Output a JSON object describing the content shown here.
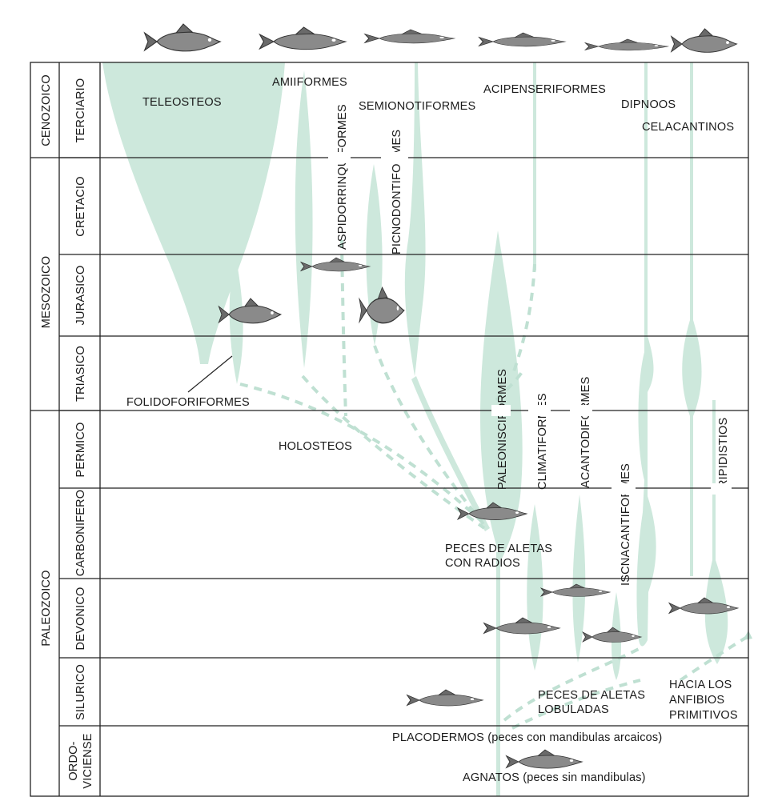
{
  "eras": [
    "CENOZOICO",
    "MESOZOICO",
    "PALEOZOICO"
  ],
  "periods": [
    "TERCIARIO",
    "CRETACIO",
    "JURASICO",
    "TRIASICO",
    "PERMICO",
    "CARBONIFERO",
    "DEVONICO",
    "SILURICO",
    "ORDO-",
    "VICIENSE"
  ],
  "groups": {
    "teleosteos": "TELEOSTEOS",
    "amiiformes": "AMIIFORMES",
    "aspidorrinquiformes": "ASPIDORRINQUIFORMES",
    "semionotiformes": "SEMIONOTIFORMES",
    "picnodontiformes": "PICNODONTIFORMES",
    "acipenseriformes": "ACIPENSERIFORMES",
    "dipnoos": "DIPNOOS",
    "celacantinos": "CELACANTINOS",
    "folidoforiformes": "FOLIDOFORIFORMES",
    "holosteos": "HOLOSTEOS",
    "paleonisciformes": "PALEONISCIFORMES",
    "climatiformes": "CLIMATIFORMES",
    "acantodiformes": "ACANTODIFORMES",
    "iscnacantiformes": "ISCNACANTIFORMES",
    "ripidistios": "RIPIDISTIOS",
    "aletas_radios_1": "PECES DE ALETAS",
    "aletas_radios_2": "CON RADIOS",
    "aletas_lobuladas_1": "PECES DE ALETAS",
    "aletas_lobuladas_2": "LOBULADAS",
    "anfibios_1": "HACIA LOS",
    "anfibios_2": "ANFIBIOS",
    "anfibios_3": "PRIMITIVOS",
    "placodermos": "PLACODERMOS (peces con mandibulas arcaicos)",
    "agnatos": "AGNATOS (peces sin mandibulas)"
  },
  "colors": {
    "branch": "#cde8dc",
    "branch_dash": "#bfe0d2",
    "grid": "#222222",
    "fish": "#555555"
  }
}
